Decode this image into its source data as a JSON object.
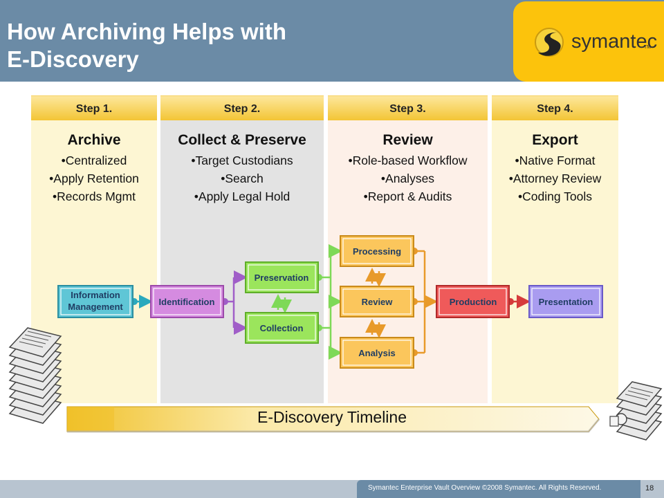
{
  "title": {
    "line1": "How Archiving Helps with",
    "line2": "E-Discovery"
  },
  "logo": {
    "text": "symantec",
    "tm": "TM"
  },
  "steps": [
    {
      "step": "Step 1.",
      "title": "Archive",
      "items": [
        "•Centralized",
        "•Apply Retention",
        "•Records Mgmt"
      ]
    },
    {
      "step": "Step 2.",
      "title": "Collect & Preserve",
      "items": [
        "•Target Custodians",
        "•Search",
        "•Apply Legal Hold"
      ]
    },
    {
      "step": "Step 3.",
      "title": "Review",
      "items": [
        "•Role-based Workflow",
        "•Analyses",
        "•Report & Audits"
      ]
    },
    {
      "step": "Step 4.",
      "title": "Export",
      "items": [
        "•Native Format",
        "•Attorney Review",
        "•Coding Tools"
      ]
    }
  ],
  "model": {
    "info_line1": "Information",
    "info_line2": "Management",
    "identification": "Identification",
    "preservation": "Preservation",
    "collection": "Collection",
    "processing": "Processing",
    "review": "Review",
    "analysis": "Analysis",
    "production": "Production",
    "presentation": "Presentation"
  },
  "timeline": "E-Discovery Timeline",
  "footer": {
    "text": "Symantec Enterprise Vault Overview   ©2008 Symantec. All Rights Reserved.",
    "page": "18"
  },
  "colors": {
    "header_bg": "#6b8ba6",
    "logo_bg": "#fcc30c",
    "col1_bg": "#fdf6d3",
    "col2_bg": "#e3e3e3",
    "col3_bg": "#fdf0e8",
    "col4_bg": "#fdf6d3",
    "info_mgmt": "#5fc6d6",
    "identification": "#d58be0",
    "green_box": "#9be55c",
    "orange_box": "#fbc65c",
    "production": "#ef5a5a",
    "presentation": "#a99cf0"
  }
}
